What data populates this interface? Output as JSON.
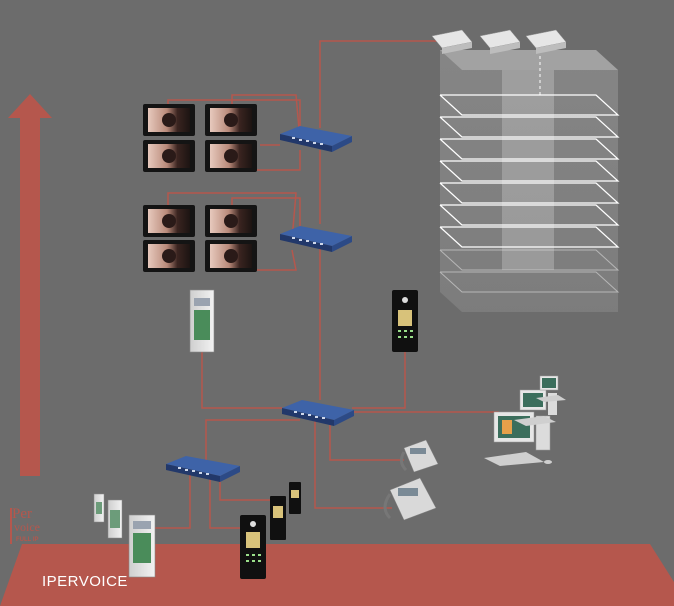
{
  "footer": {
    "label": "IPERVOICE"
  },
  "logo": {
    "line1": "Per",
    "line2": "voice",
    "line3": "FULL IP"
  },
  "colors": {
    "background": "#6c6c6c",
    "cable": "#b5574d",
    "floor": "#b5574d",
    "switch": "#2f4e8a",
    "monitor_frame": "#141414",
    "building_line": "#ffffff"
  },
  "icons": [
    "up-arrow",
    "monitor",
    "network-switch",
    "door-entry-panel",
    "ip-phone",
    "pc-workstation",
    "din-rail-module",
    "building"
  ]
}
